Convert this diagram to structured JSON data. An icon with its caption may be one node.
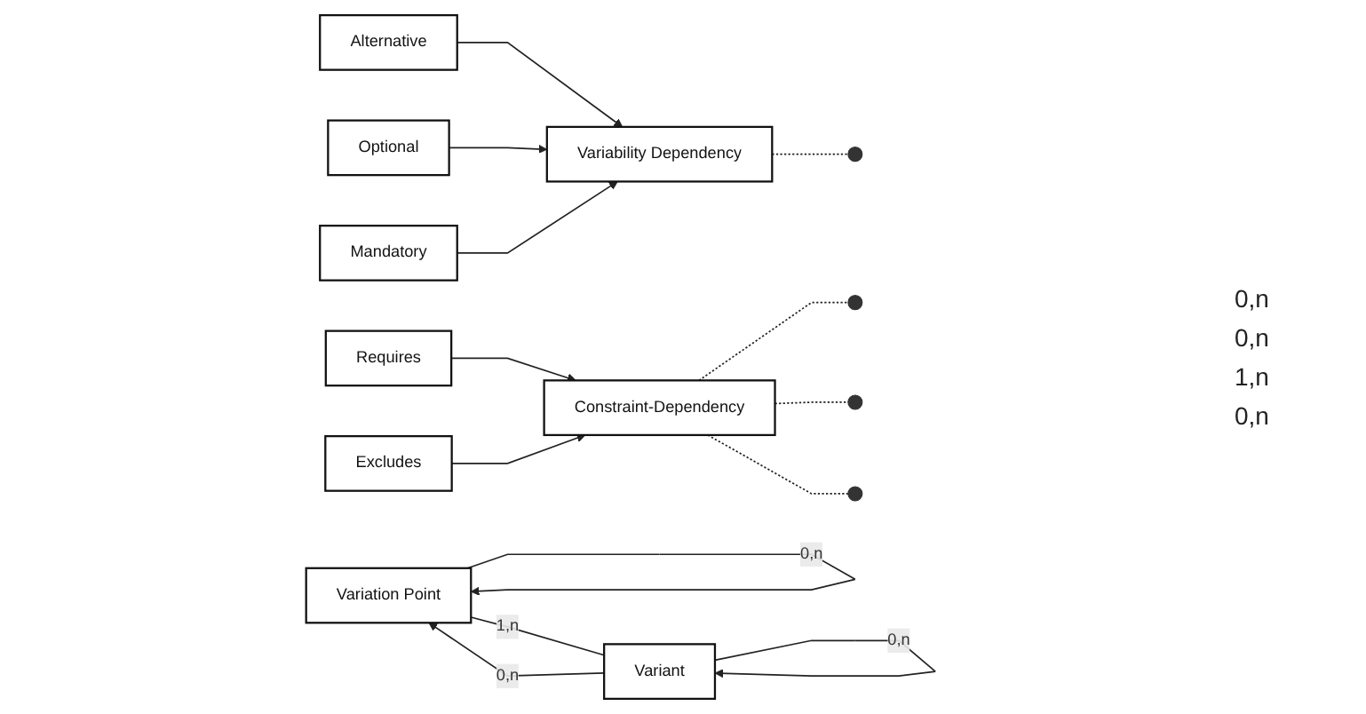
{
  "diagram": {
    "nodes": [
      {
        "text": [
          "Variation Point"
        ]
      },
      {
        "text": [
          "Requires"
        ]
      },
      {
        "text": [
          "Excludes"
        ]
      },
      {
        "text": [
          "Constraint-Dependency"
        ]
      },
      {
        "text": [
          "Variability Dependency"
        ]
      },
      {
        "text": [
          "Alternative"
        ]
      },
      {
        "text": [
          "Optional"
        ]
      },
      {
        "text": [
          "Mandatory"
        ]
      },
      {
        "text": [
          "Variant"
        ]
      }
    ],
    "edges": [
      {
        "from": 0,
        "to": 0,
        "arrow": "to",
        "label": "0,n"
      },
      {
        "from": 8,
        "to": 0,
        "arrow": "to",
        "label": "0,n"
      },
      {
        "from": 0,
        "to": 8,
        "arrow": "none",
        "label": "1,n"
      },
      {
        "from": 8,
        "to": 8,
        "arrow": "to",
        "label": "0,n"
      },
      {
        "from": 1,
        "to": 3,
        "arrow": "to"
      },
      {
        "from": 2,
        "to": 3,
        "arrow": "to"
      },
      {
        "from": 5,
        "to": 4,
        "arrow": "to"
      },
      {
        "from": 6,
        "to": 4,
        "arrow": "to"
      },
      {
        "from": 7,
        "to": 4,
        "arrow": "to"
      },
      {
        "from": 4,
        "to": null,
        "arrow": "none",
        "style": "dashed"
      },
      {
        "from": 3,
        "to": null,
        "arrow": "none",
        "style": "dashed"
      },
      {
        "from": 3,
        "to": null,
        "arrow": "none",
        "style": "dashed"
      },
      {
        "from": 3,
        "to": null,
        "arrow": "none",
        "style": "dashed"
      }
    ],
    "labels": [
      "0,n",
      "0,n",
      "1,n",
      "0,n"
    ]
  }
}
